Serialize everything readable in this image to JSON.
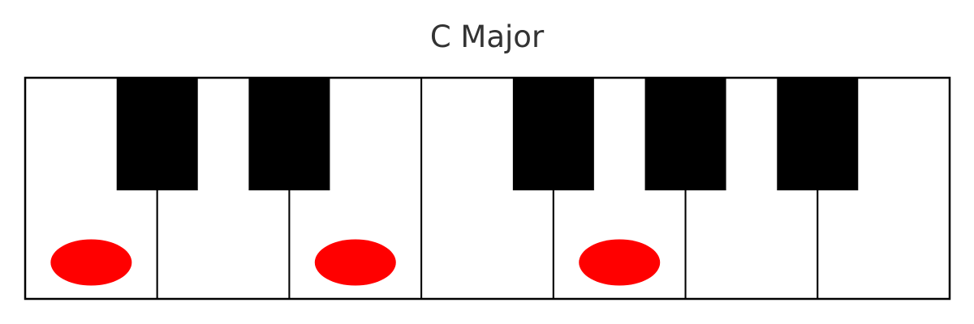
{
  "title": "C Major",
  "keyboard": {
    "white_keys": [
      "C",
      "D",
      "E",
      "F",
      "G",
      "A",
      "B"
    ],
    "black_keys": [
      "C#",
      "D#",
      "F#",
      "G#",
      "A#"
    ],
    "highlighted_notes": [
      "C",
      "E",
      "G"
    ],
    "highlight_color": "#ff0000",
    "white_key_color": "#ffffff",
    "black_key_color": "#000000"
  }
}
